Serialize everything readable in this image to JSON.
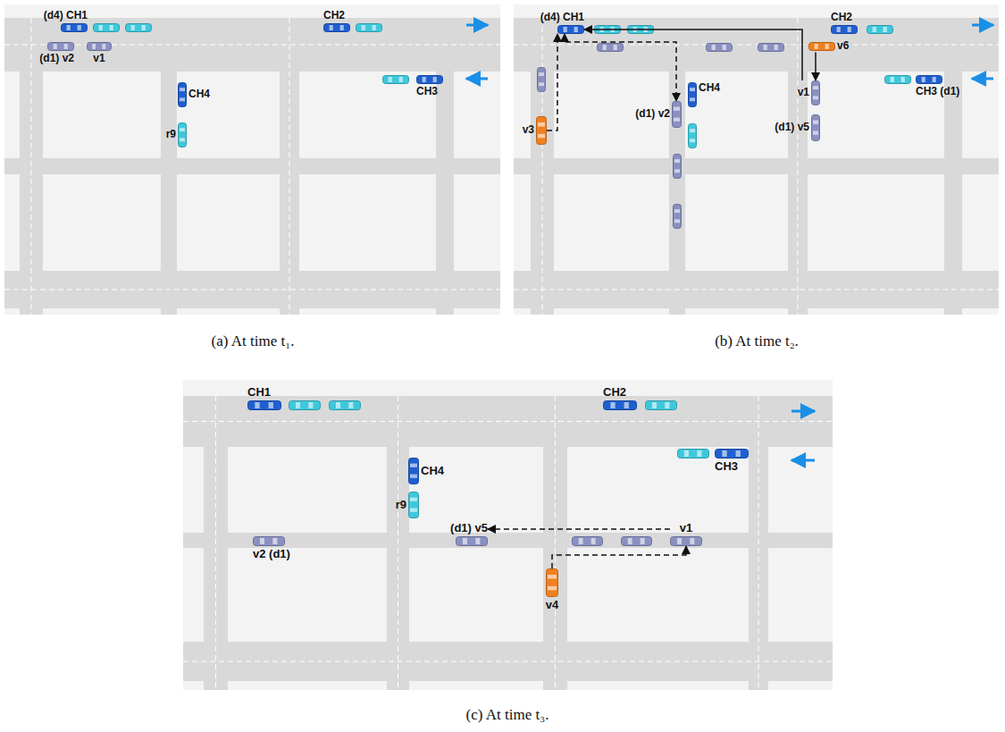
{
  "diagram": {
    "nodes": [
      {
        "text": [
          "(d4) CH1"
        ]
      },
      {
        "text": [
          "(d1) v2"
        ]
      },
      {
        "text": [
          "v1"
        ]
      },
      {
        "text": [
          "CH2"
        ]
      },
      {
        "text": [
          "CH4"
        ]
      },
      {
        "text": [
          "r9"
        ]
      },
      {
        "text": [
          "CH3"
        ]
      },
      {
        "text": [
          "(d4) CH1"
        ]
      },
      {
        "text": [
          "CH2"
        ]
      },
      {
        "text": [
          "v6"
        ]
      },
      {
        "text": [
          "v1"
        ]
      },
      {
        "text": [
          "(d1) v5"
        ]
      },
      {
        "text": [
          "CH3 (d1)"
        ]
      },
      {
        "text": [
          "v3"
        ]
      },
      {
        "text": [
          "CH4"
        ]
      },
      {
        "text": [
          "(d1) v2"
        ]
      },
      {
        "text": [
          "CH1"
        ]
      },
      {
        "text": [
          "CH2"
        ]
      },
      {
        "text": [
          "CH3"
        ]
      },
      {
        "text": [
          "CH4"
        ]
      },
      {
        "text": [
          "r9"
        ]
      },
      {
        "text": [
          "(d1) v5"
        ]
      },
      {
        "text": [
          "v1"
        ]
      },
      {
        "text": [
          "v2 (d1)"
        ]
      },
      {
        "text": [
          "v4"
        ]
      }
    ],
    "edges": [
      {
        "from": 13,
        "to": 7,
        "arrow": "to"
      },
      {
        "from": 7,
        "to": 15,
        "arrow": "both"
      },
      {
        "from": 10,
        "to": 7,
        "arrow": "to"
      },
      {
        "from": 9,
        "to": 10,
        "arrow": "to"
      },
      {
        "from": 22,
        "to": 21,
        "arrow": "to"
      },
      {
        "from": 24,
        "to": 22,
        "arrow": "to"
      }
    ],
    "labels": [
      "(a) At time t₁.",
      "(b) At time t₂.",
      "(c) At time t₃."
    ]
  }
}
